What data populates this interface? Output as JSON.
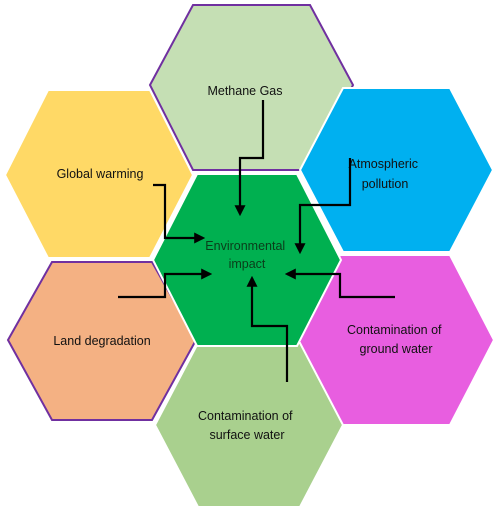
{
  "center": {
    "lines": [
      "Environmental",
      "impact"
    ],
    "color": "#00b050"
  },
  "hexagons": [
    {
      "id": "methane-gas",
      "lines": [
        "Methane Gas"
      ],
      "fill": "#c5dfb4",
      "stroke": "#7030a0"
    },
    {
      "id": "atmospheric-pollution",
      "lines": [
        "Atmospheric",
        "pollution"
      ],
      "fill": "#00b0f0",
      "stroke": "#ffffff"
    },
    {
      "id": "contamination-of-ground-water",
      "lines": [
        "Contamination of",
        "ground water"
      ],
      "fill": "#e85ee0",
      "stroke": "#ffffff"
    },
    {
      "id": "contamination-of-surface-water",
      "lines": [
        "Contamination of",
        "surface water"
      ],
      "fill": "#a9d08e",
      "stroke": "#ffffff"
    },
    {
      "id": "land-degradation",
      "lines": [
        "Land degradation"
      ],
      "fill": "#f4b183",
      "stroke": "#7030a0"
    },
    {
      "id": "global-warming",
      "lines": [
        "Global warming"
      ],
      "fill": "#ffd966",
      "stroke": "#ffffff"
    }
  ]
}
